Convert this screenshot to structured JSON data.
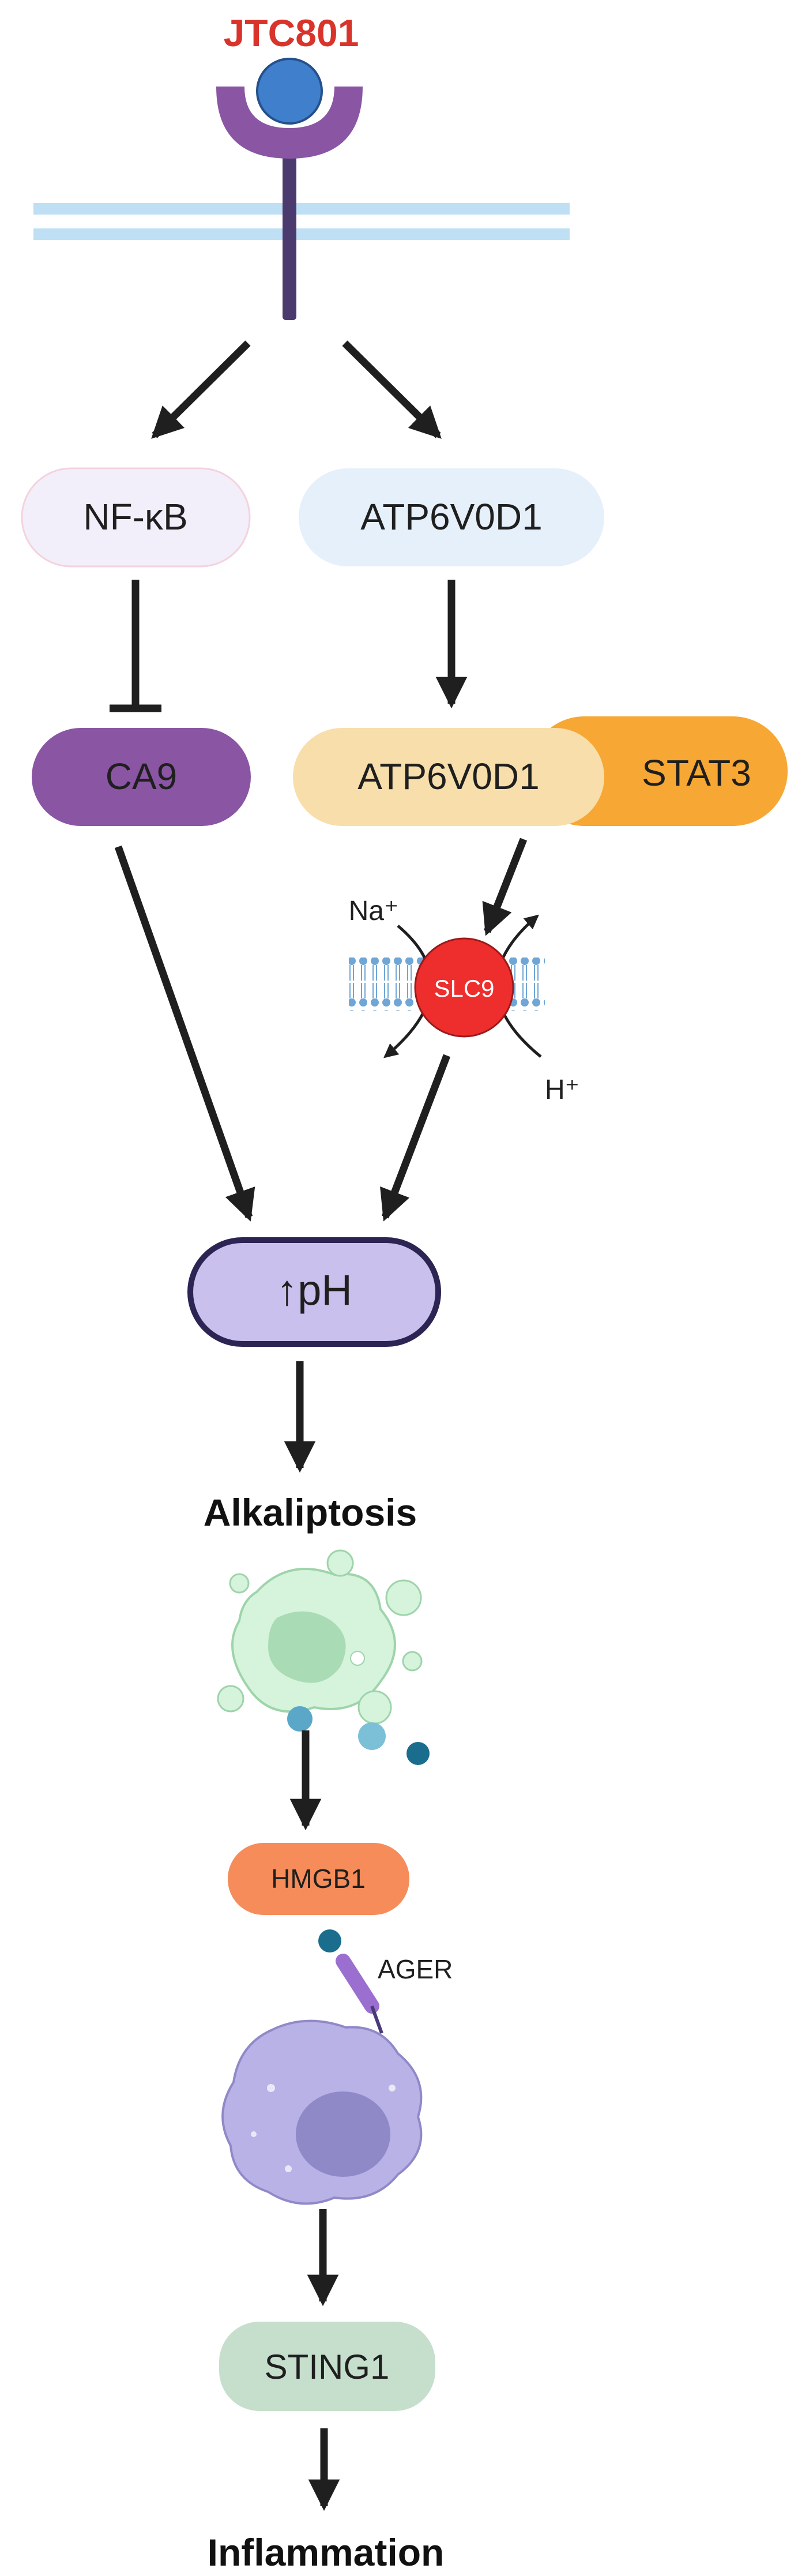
{
  "drug": {
    "label": "JTC801",
    "color": "#d9342b"
  },
  "nodes": {
    "nfkb": "NF-κB",
    "atp6v0d1_top": "ATP6V0D1",
    "ca9": "CA9",
    "atp6v0d1_complex": "ATP6V0D1",
    "stat3": "STAT3",
    "slc9": "SLC9",
    "na_ion": "Na⁺",
    "h_ion": "H⁺",
    "ph": "↑pH",
    "alkaliptosis": "Alkaliptosis",
    "hmgb1": "HMGB1",
    "ager": "AGER",
    "sting1": "STING1",
    "inflammation": "Inflammation"
  },
  "colors": {
    "arrow": "#1f1f1f",
    "receptor": "#8a55a3",
    "ligand": "#3f7fcc",
    "membrane": "#bfe0f4",
    "stalk": "#4a3a6e",
    "nfkb_fill": "#f3effa",
    "atp_top_fill": "#e6f0fb",
    "ca9_fill": "#8a55a3",
    "atp_complex_fill": "#f8deaa",
    "stat3_fill": "#f7a733",
    "slc9_fill": "#ee2d2d",
    "ph_fill": "#c9c0ee",
    "ph_stroke": "#2c2554",
    "hmgb1_fill": "#f58c5a",
    "sting1_fill": "#c6dfcc",
    "cell_green": "#bfe8c8",
    "cell_purple": "#b8b2e6"
  }
}
